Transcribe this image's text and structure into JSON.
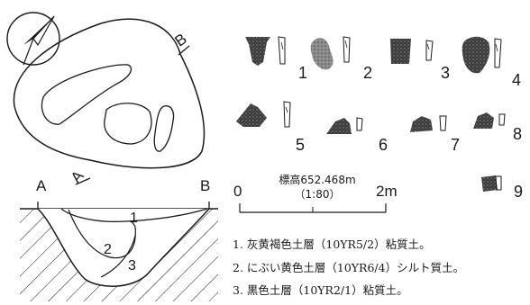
{
  "plan": {
    "label_a": "A",
    "label_b": "B"
  },
  "section": {
    "label_a": "A",
    "label_b": "B",
    "layer_1": "1",
    "layer_2": "2",
    "layer_3": "3"
  },
  "artifacts": [
    "1",
    "2",
    "3",
    "4",
    "5",
    "6",
    "7",
    "8",
    "9"
  ],
  "scale": {
    "title": "標高652.468m",
    "ratio": "（1:80）",
    "start": "0",
    "end": "2m"
  },
  "legend": [
    "1. 灰黄褐色土層（10YR5/2）粘質土。",
    "2. にぶい黄色土層（10YR6/4）シルト質土。",
    "3. 黒色土層（10YR2/1）粘質土。"
  ],
  "colors": {
    "ink": "#1a1a1a",
    "sherd_dark": "#3a3a3a",
    "sherd_light": "#8a8a8a"
  }
}
